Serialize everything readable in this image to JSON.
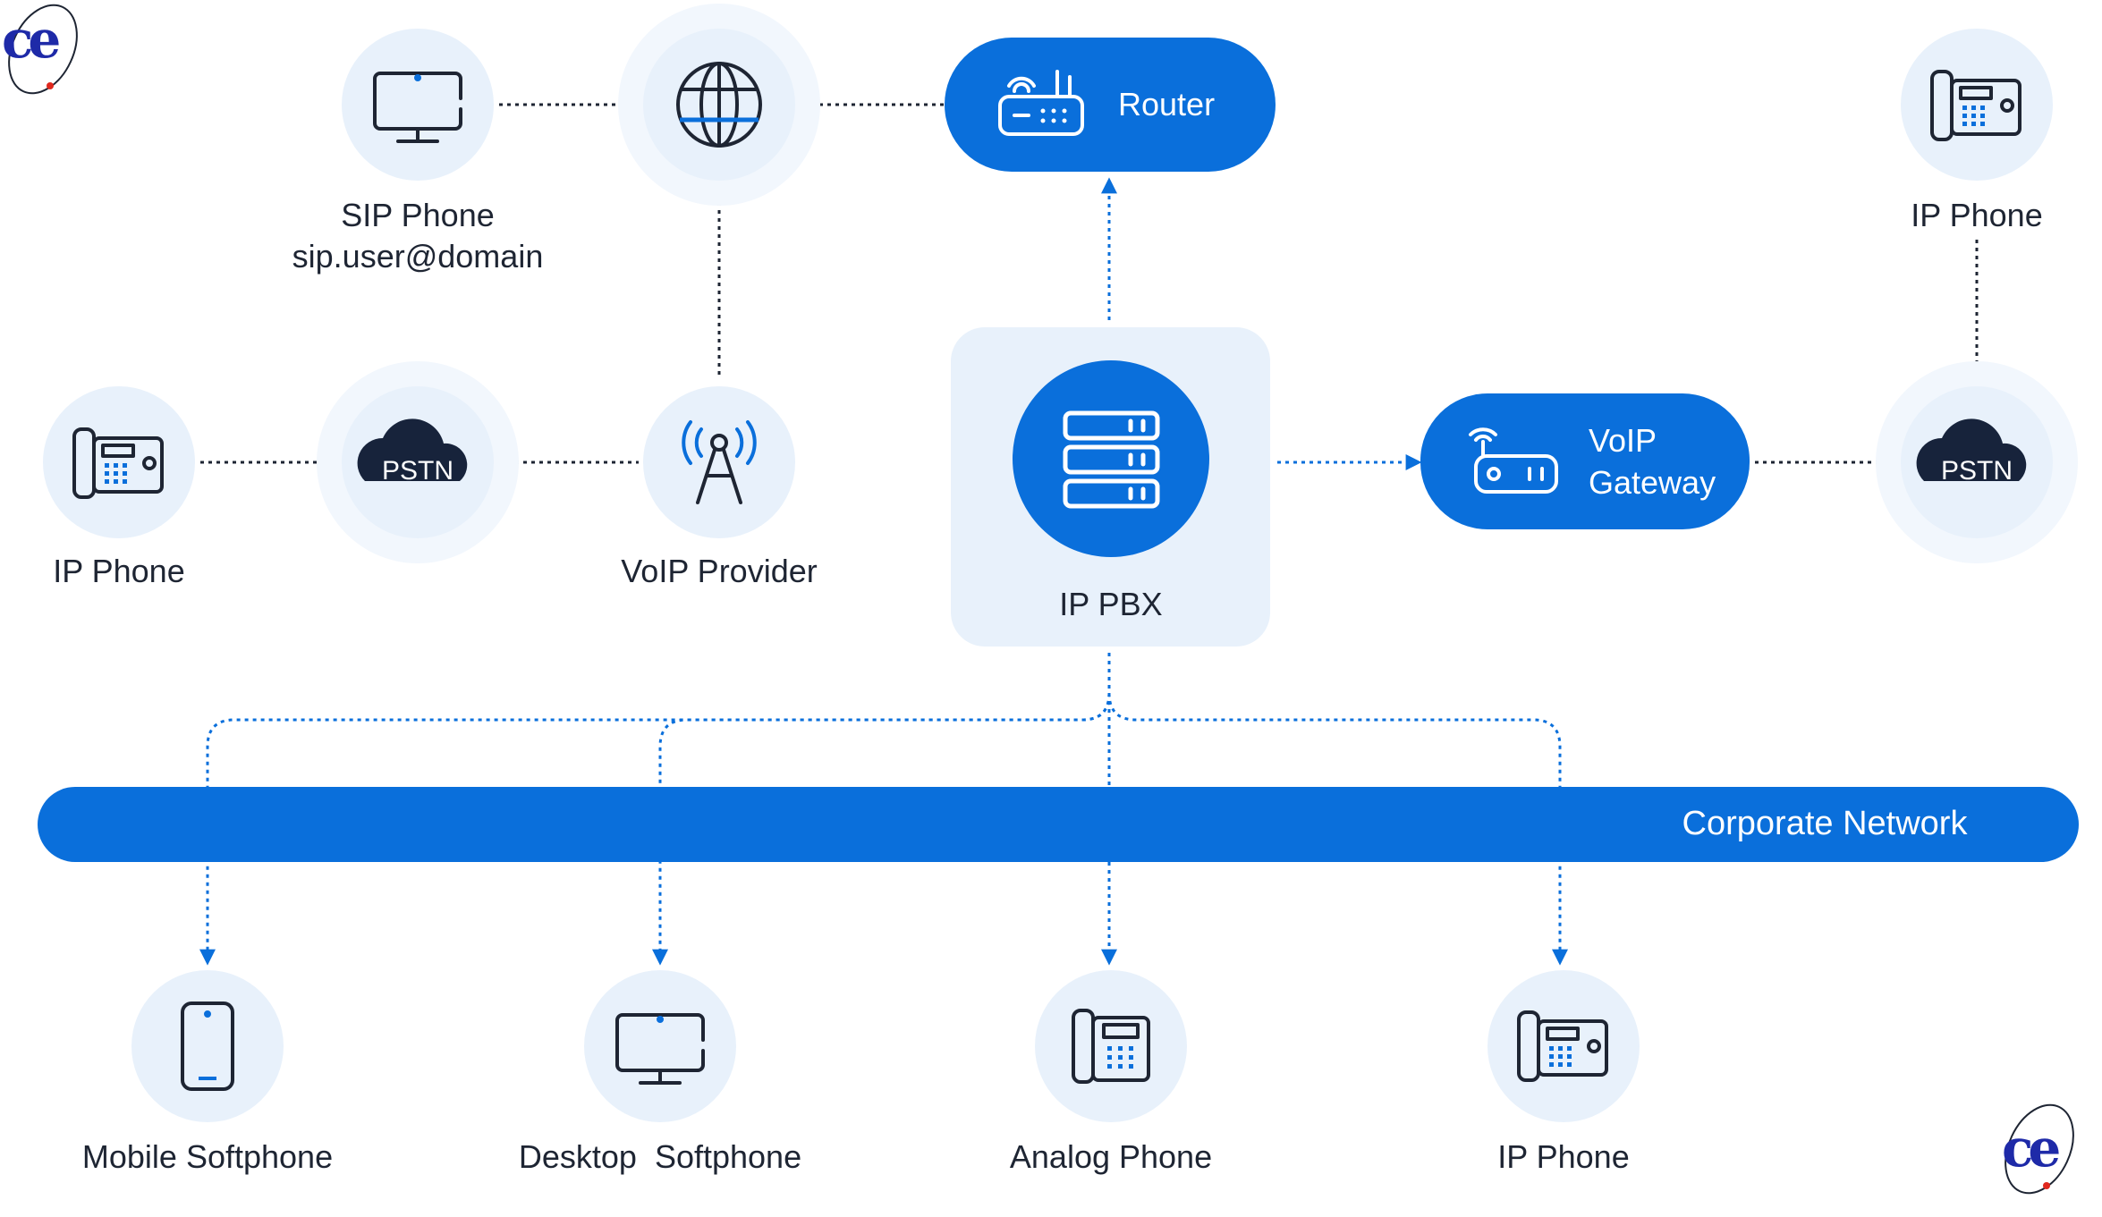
{
  "nodes": {
    "sip_phone": {
      "label": "SIP Phone",
      "sublabel": "sip.user@domain"
    },
    "router": {
      "label": "Router"
    },
    "ip_phone_top_right": {
      "label": "IP Phone"
    },
    "ip_phone_left": {
      "label": "IP Phone"
    },
    "pstn_left": {
      "label": "PSTN"
    },
    "voip_provider": {
      "label": "VoIP Provider"
    },
    "ip_pbx": {
      "label": "IP PBX"
    },
    "voip_gateway": {
      "label_line1": "VoIP",
      "label_line2": "Gateway"
    },
    "pstn_right": {
      "label": "PSTN"
    },
    "corporate_network": {
      "label": "Corporate Network"
    },
    "mobile_softphone": {
      "label": "Mobile Softphone"
    },
    "desktop_softphone": {
      "label": "Desktop  Softphone"
    },
    "analog_phone": {
      "label": "Analog Phone"
    },
    "ip_phone_bottom": {
      "label": "IP Phone"
    }
  },
  "logo": {
    "text": "ce"
  },
  "colors": {
    "accent": "#0a6fdb",
    "node_bg": "#e8f1fb",
    "halo_bg": "#f2f7fd",
    "dark": "#17233b",
    "line": "#1e2533"
  }
}
